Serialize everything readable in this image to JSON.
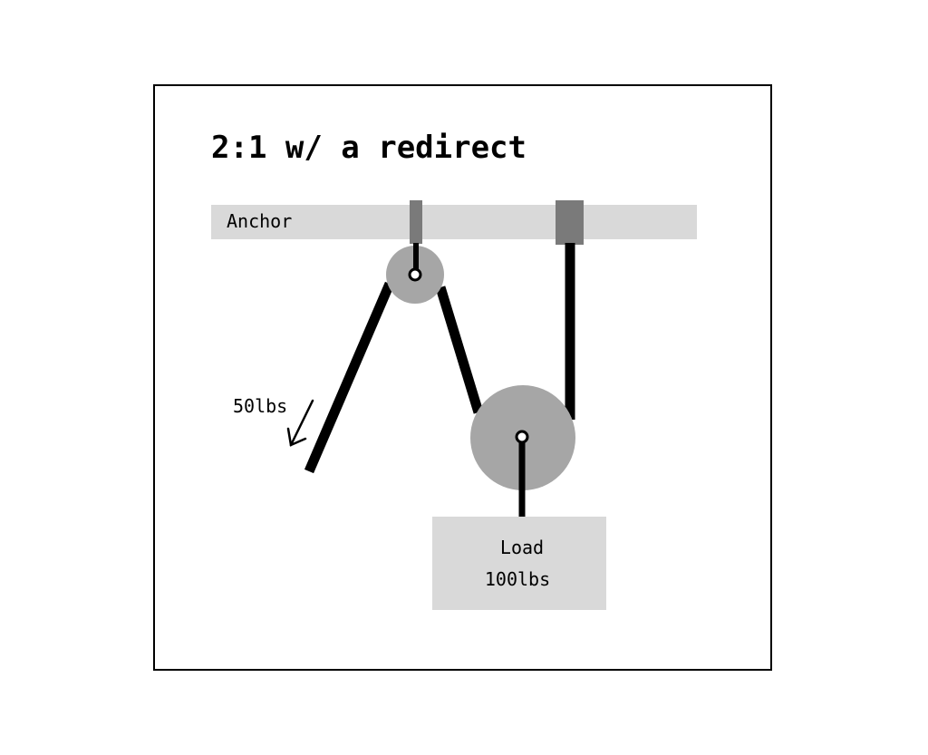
{
  "diagram": {
    "title": "2:1 w/ a redirect",
    "anchor_label": "Anchor",
    "pull_force": "50lbs",
    "load_label": "Load",
    "load_weight": "100lbs"
  },
  "colors": {
    "frame": "#000000",
    "anchor_bar": "#d9d9d9",
    "anchor_mount": "#7a7a7a",
    "pulley": "#a6a6a6",
    "rope": "#000000",
    "load_box": "#d9d9d9"
  }
}
